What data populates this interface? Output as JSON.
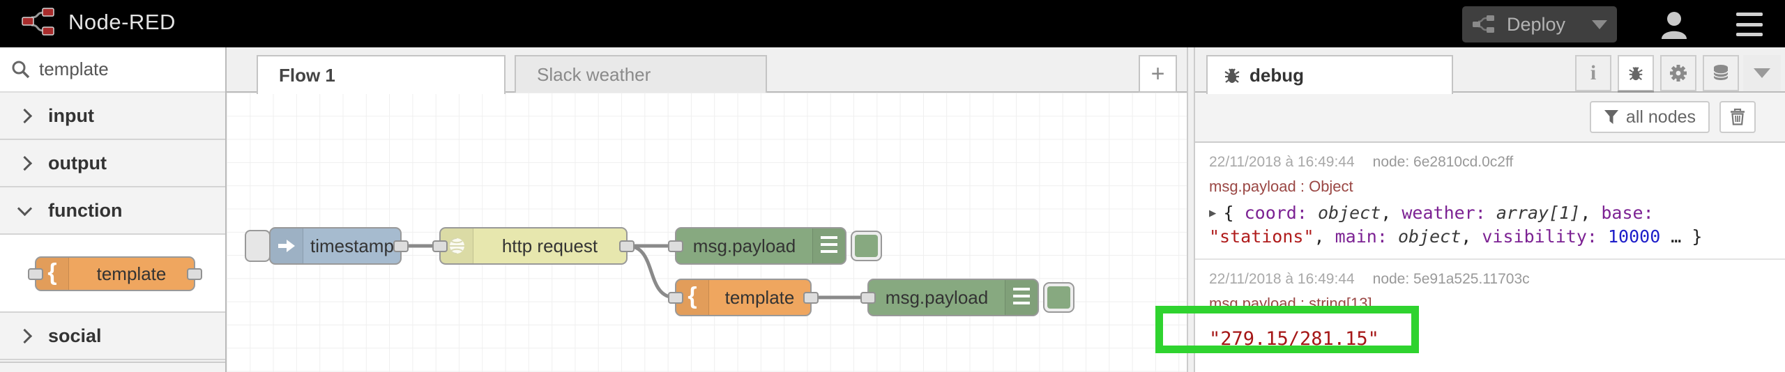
{
  "header": {
    "app_title": "Node-RED",
    "deploy_label": "Deploy"
  },
  "palette": {
    "search_value": "template",
    "clear_label": "×",
    "categories": [
      {
        "label": "input"
      },
      {
        "label": "output"
      },
      {
        "label": "function"
      },
      {
        "label": "social"
      }
    ],
    "function_nodes": [
      {
        "label": "template"
      }
    ]
  },
  "workspace": {
    "tabs": [
      {
        "label": "Flow 1"
      },
      {
        "label": "Slack weather"
      }
    ],
    "add_tab_label": "+",
    "nodes": {
      "inject": "timestamp",
      "http": "http request",
      "debug1": "msg.payload",
      "template": "template",
      "debug2": "msg.payload"
    }
  },
  "debug": {
    "tab_label": "debug",
    "filter_label": "all nodes",
    "messages": [
      {
        "timestamp": "22/11/2018 à 16:49:44",
        "node_id": "node: 6e2810cd.0c2ff",
        "payload_label": "msg.payload : Object",
        "content_parts": [
          {
            "text": "▶ ",
            "type": "caret"
          },
          {
            "text": "{ ",
            "type": "plain"
          },
          {
            "text": "coord: ",
            "type": "key"
          },
          {
            "text": "object",
            "type": "type"
          },
          {
            "text": ", ",
            "type": "plain"
          },
          {
            "text": "weather: ",
            "type": "key"
          },
          {
            "text": "array[1]",
            "type": "type"
          },
          {
            "text": ", ",
            "type": "plain"
          },
          {
            "text": "base: ",
            "type": "key"
          },
          {
            "text": "\"stations\"",
            "type": "string"
          },
          {
            "text": ", ",
            "type": "plain"
          },
          {
            "text": "main: ",
            "type": "key"
          },
          {
            "text": "object",
            "type": "type"
          },
          {
            "text": ", ",
            "type": "plain"
          },
          {
            "text": "visibility: ",
            "type": "key"
          },
          {
            "text": "10000",
            "type": "number"
          },
          {
            "text": " … }",
            "type": "plain"
          }
        ]
      },
      {
        "timestamp": "22/11/2018 à 16:49:44",
        "node_id": "node: 5e91a525.11703c",
        "payload_label": "msg.payload : string[13]",
        "value": "\"279.15/281.15\""
      }
    ]
  },
  "colors": {
    "inject_node": "#a6bbcf",
    "http_node": "#e7e7ae",
    "debug_node": "#87a980",
    "template_node": "#efa65f",
    "highlight_green": "#2fd32f",
    "wire": "#888888",
    "string_red": "#b01c1c",
    "number_blue": "#1d1dc9"
  }
}
